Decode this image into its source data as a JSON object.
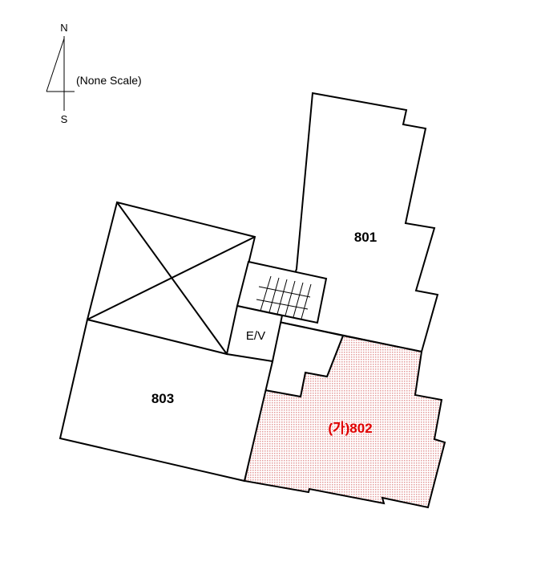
{
  "compass": {
    "north_label": "N",
    "south_label": "S",
    "scale_note": "(None Scale)"
  },
  "units": {
    "u801": {
      "label": "801"
    },
    "u802": {
      "label": "(가)802",
      "highlight_color": "#e00000"
    },
    "u803": {
      "label": "803"
    },
    "elevator": {
      "label": "E/V"
    }
  },
  "colors": {
    "outline": "#000000",
    "highlight": "#e00000",
    "hatch": "#e8b4b4"
  }
}
